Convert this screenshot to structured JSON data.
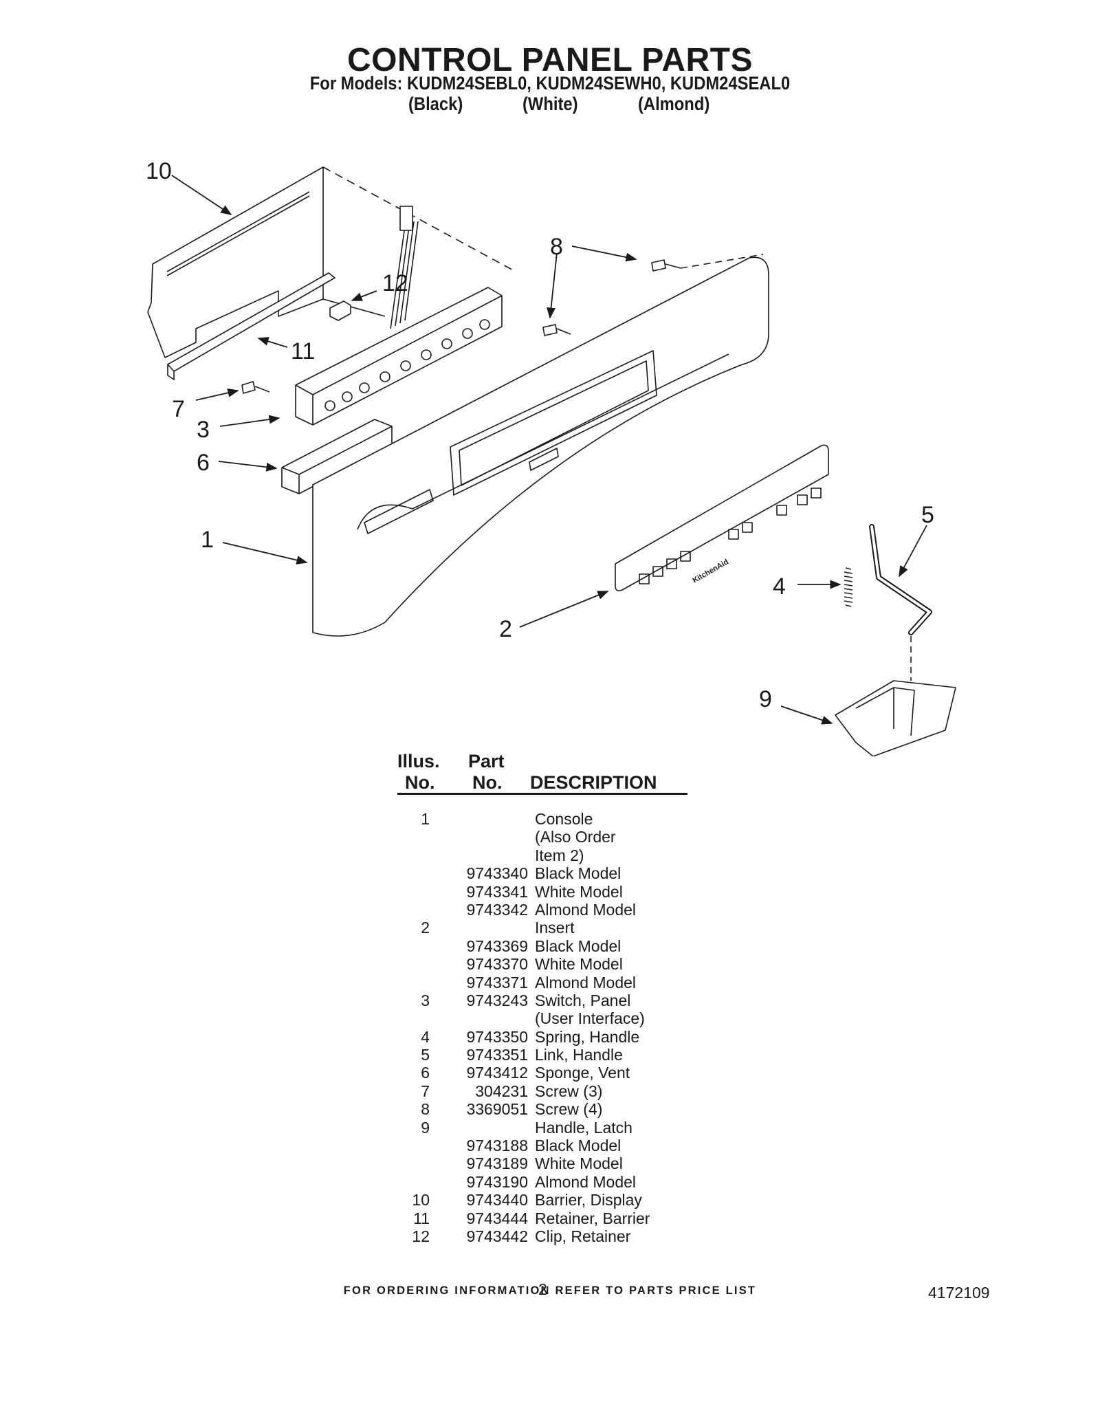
{
  "header": {
    "title": "CONTROL PANEL PARTS",
    "models": "For Models: KUDM24SEBL0, KUDM24SEWH0, KUDM24SEAL0",
    "variants": [
      "(Black)",
      "(White)",
      "(Almond)"
    ]
  },
  "diagram": {
    "callouts": [
      "10",
      "8",
      "12",
      "11",
      "7",
      "3",
      "6",
      "1",
      "5",
      "4",
      "2",
      "9"
    ],
    "panel_brand": "KitchenAid"
  },
  "table": {
    "headers": {
      "illus_line1": "Illus.",
      "illus_line2": "No.",
      "part_line1": "Part",
      "part_line2": "No.",
      "description": "DESCRIPTION"
    },
    "rows": [
      {
        "illus": "1",
        "part": "",
        "desc": "Console"
      },
      {
        "illus": "",
        "part": "",
        "desc": "(Also Order"
      },
      {
        "illus": "",
        "part": "",
        "desc": "Item 2)"
      },
      {
        "illus": "",
        "part": "9743340",
        "desc": "Black Model"
      },
      {
        "illus": "",
        "part": "9743341",
        "desc": "White Model"
      },
      {
        "illus": "",
        "part": "9743342",
        "desc": "Almond Model"
      },
      {
        "illus": "2",
        "part": "",
        "desc": "Insert"
      },
      {
        "illus": "",
        "part": "9743369",
        "desc": "Black Model"
      },
      {
        "illus": "",
        "part": "9743370",
        "desc": "White Model"
      },
      {
        "illus": "",
        "part": "9743371",
        "desc": "Almond Model"
      },
      {
        "illus": "3",
        "part": "9743243",
        "desc": "Switch, Panel"
      },
      {
        "illus": "",
        "part": "",
        "desc": "(User Interface)"
      },
      {
        "illus": "4",
        "part": "9743350",
        "desc": "Spring, Handle"
      },
      {
        "illus": "5",
        "part": "9743351",
        "desc": "Link, Handle"
      },
      {
        "illus": "6",
        "part": "9743412",
        "desc": "Sponge, Vent"
      },
      {
        "illus": "7",
        "part": "304231",
        "desc": "Screw (3)"
      },
      {
        "illus": "8",
        "part": "3369051",
        "desc": "Screw (4)"
      },
      {
        "illus": "9",
        "part": "",
        "desc": "Handle, Latch"
      },
      {
        "illus": "",
        "part": "9743188",
        "desc": "Black Model"
      },
      {
        "illus": "",
        "part": "9743189",
        "desc": "White Model"
      },
      {
        "illus": "",
        "part": "9743190",
        "desc": "Almond Model"
      },
      {
        "illus": "10",
        "part": "9743440",
        "desc": "Barrier, Display"
      },
      {
        "illus": "11",
        "part": "9743444",
        "desc": "Retainer, Barrier"
      },
      {
        "illus": "12",
        "part": "9743442",
        "desc": "Clip, Retainer"
      }
    ]
  },
  "footer": {
    "note": "FOR ORDERING INFORMATION REFER TO PARTS PRICE LIST",
    "page": "2",
    "doc_number": "4172109"
  }
}
